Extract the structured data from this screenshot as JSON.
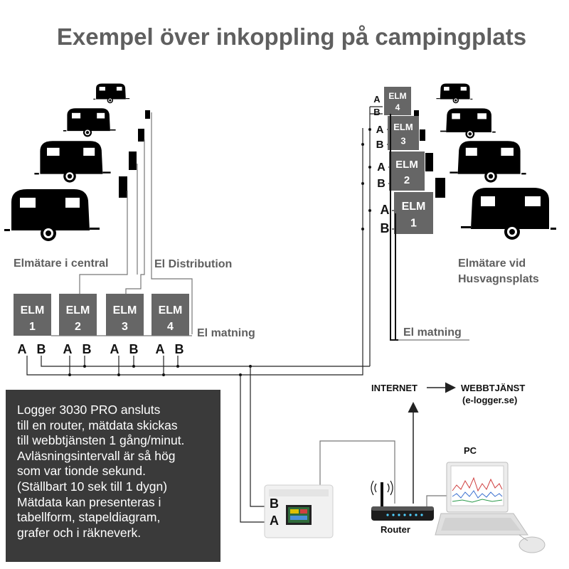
{
  "title": "Exempel över inkoppling på campingplats",
  "labels": {
    "central_meters": "Elmätare i central",
    "distribution": "El Distribution",
    "feed_left": "El matning",
    "feed_right": "El matning",
    "site_meters_line1": "Elmätare vid",
    "site_meters_line2": "Husvagnsplats",
    "internet": "INTERNET",
    "webservice": "WEBBTJÄNST",
    "webservice_url": "(e-logger.se)",
    "pc": "PC",
    "router": "Router",
    "logger_b": "B",
    "logger_a": "A"
  },
  "central_meters": [
    {
      "name": "ELM",
      "number": "1",
      "a": "A",
      "b": "B"
    },
    {
      "name": "ELM",
      "number": "2",
      "a": "A",
      "b": "B"
    },
    {
      "name": "ELM",
      "number": "3",
      "a": "A",
      "b": "B"
    },
    {
      "name": "ELM",
      "number": "4",
      "a": "A",
      "b": "B"
    }
  ],
  "site_meters": [
    {
      "name": "ELM",
      "number": "4",
      "a": "A",
      "b": "B"
    },
    {
      "name": "ELM",
      "number": "3",
      "a": "A",
      "b": "B"
    },
    {
      "name": "ELM",
      "number": "2",
      "a": "A",
      "b": "B"
    },
    {
      "name": "ELM",
      "number": "1",
      "a": "A",
      "b": "B"
    }
  ],
  "info_lines": [
    "Logger 3030 PRO ansluts",
    "till en router, mätdata skickas",
    "till webbtjänsten 1 gång/minut.",
    "Avläsningsintervall är så hög",
    "som var tionde sekund.",
    "(Ställbart 10 sek till 1 dygn)",
    "Mätdata kan presenteras i",
    "tabellform, stapeldiagram,",
    "grafer och i räkneverk."
  ],
  "icons": [
    "caravan-icon",
    "energy-meter-icon",
    "logger-device-icon",
    "router-icon",
    "pc-icon",
    "arrow-icon"
  ]
}
